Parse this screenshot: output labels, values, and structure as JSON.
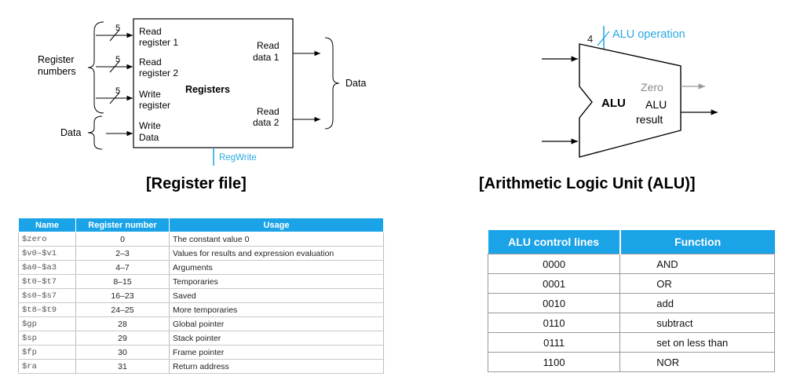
{
  "register_file": {
    "inputs": [
      {
        "width": "5",
        "label_line1": "Read",
        "label_line2": "register 1"
      },
      {
        "width": "5",
        "label_line1": "Read",
        "label_line2": "register 2"
      },
      {
        "width": "5",
        "label_line1": "Write",
        "label_line2": "register"
      },
      {
        "width": "",
        "label_line1": "Write",
        "label_line2": "Data"
      }
    ],
    "outputs": [
      {
        "label_line1": "Read",
        "label_line2": "data 1"
      },
      {
        "label_line1": "Read",
        "label_line2": "data 2"
      }
    ],
    "block_label": "Registers",
    "group_register_numbers_line1": "Register",
    "group_register_numbers_line2": "numbers",
    "group_data_left": "Data",
    "group_data_right": "Data",
    "control": "RegWrite",
    "caption": "[Register file]"
  },
  "alu": {
    "op_width": "4",
    "op_label": "ALU operation",
    "block_label": "ALU",
    "zero_label": "Zero",
    "result_line1": "ALU",
    "result_line2": "result",
    "caption": "[Arithmetic Logic Unit (ALU)]"
  },
  "register_table": {
    "headers": [
      "Name",
      "Register number",
      "Usage"
    ],
    "rows": [
      [
        "$zero",
        "0",
        "The constant value 0"
      ],
      [
        "$v0–$v1",
        "2–3",
        "Values for results and expression evaluation"
      ],
      [
        "$a0–$a3",
        "4–7",
        "Arguments"
      ],
      [
        "$t0–$t7",
        "8–15",
        "Temporaries"
      ],
      [
        "$s0–$s7",
        "16–23",
        "Saved"
      ],
      [
        "$t8–$t9",
        "24–25",
        "More temporaries"
      ],
      [
        "$gp",
        "28",
        "Global pointer"
      ],
      [
        "$sp",
        "29",
        "Stack pointer"
      ],
      [
        "$fp",
        "30",
        "Frame pointer"
      ],
      [
        "$ra",
        "31",
        "Return address"
      ]
    ]
  },
  "alu_table": {
    "headers": [
      "ALU control lines",
      "Function"
    ],
    "rows": [
      [
        "0000",
        "AND"
      ],
      [
        "0001",
        "OR"
      ],
      [
        "0010",
        "add"
      ],
      [
        "0110",
        "subtract"
      ],
      [
        "0111",
        "set on less than"
      ],
      [
        "1100",
        "NOR"
      ]
    ]
  },
  "colors": {
    "accent_blue": "#1aa3e6",
    "control_line": "#29a8e0",
    "zero_gray": "#888888"
  }
}
